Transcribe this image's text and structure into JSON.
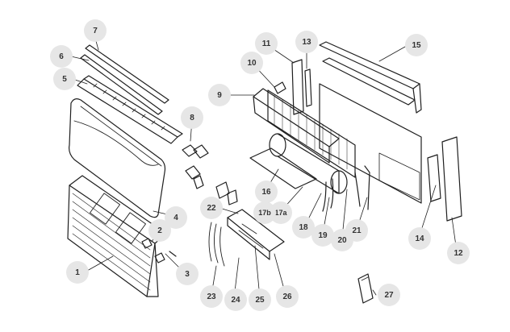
{
  "colors": {
    "line": "#1f1f1f",
    "callout_fill": "#e6e6e6",
    "callout_text": "#333333"
  },
  "callouts": {
    "c1": "1",
    "c2": "2",
    "c3": "3",
    "c4": "4",
    "c5": "5",
    "c6": "6",
    "c7": "7",
    "c8": "8",
    "c9": "9",
    "c10": "10",
    "c11": "11",
    "c12": "12",
    "c13": "13",
    "c14": "14",
    "c15": "15",
    "c16": "16",
    "c17a": "17a",
    "c17b": "17b",
    "c18": "18",
    "c19": "19",
    "c20": "20",
    "c21": "21",
    "c22": "22",
    "c23": "23",
    "c24": "24",
    "c25": "25",
    "c26": "26",
    "c27": "27"
  }
}
